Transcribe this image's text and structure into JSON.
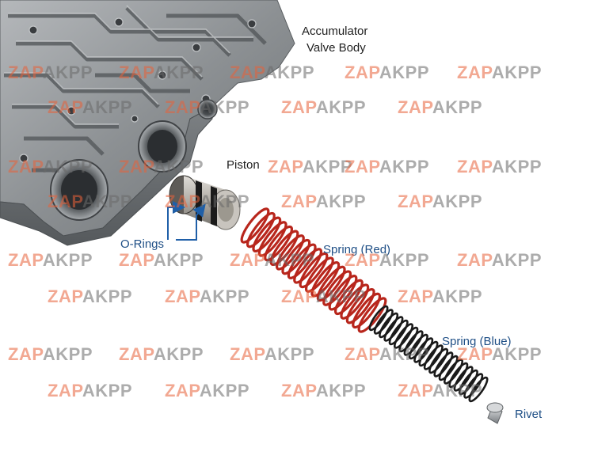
{
  "labels": {
    "valve_body_line1": "Accumulator",
    "valve_body_line2": "Valve Body",
    "piston": "Piston",
    "o_rings": "O-Rings",
    "spring_red": "Spring (Red)",
    "spring_blue": "Spring (Blue)",
    "rivet": "Rivet"
  },
  "watermark": {
    "part1": "ZAP",
    "part2": "AKPP"
  },
  "colors": {
    "red_spring": "#b8261c",
    "blue_spring": "#1a1a1a",
    "arrow": "#1f5fa8",
    "label_blue": "#1f4f86",
    "metal": "#8a8d90",
    "watermark_red": "#e8623a",
    "watermark_gray": "#6a6a6a"
  }
}
